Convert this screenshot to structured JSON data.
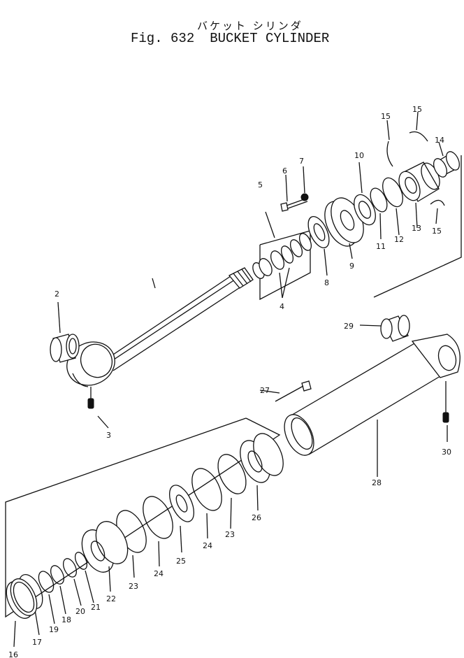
{
  "title": {
    "japanese": "バケット シリンダ",
    "fig": "Fig. 632",
    "name": "BUCKET CYLINDER"
  },
  "callouts": [
    {
      "id": "c2",
      "text": "2"
    },
    {
      "id": "c3",
      "text": "3"
    },
    {
      "id": "c4",
      "text": "4"
    },
    {
      "id": "c5",
      "text": "5"
    },
    {
      "id": "c6",
      "text": "6"
    },
    {
      "id": "c7",
      "text": "7"
    },
    {
      "id": "c8",
      "text": "8"
    },
    {
      "id": "c9",
      "text": "9"
    },
    {
      "id": "c10",
      "text": "10"
    },
    {
      "id": "c11",
      "text": "11"
    },
    {
      "id": "c12",
      "text": "12"
    },
    {
      "id": "c13",
      "text": "13"
    },
    {
      "id": "c14",
      "text": "14"
    },
    {
      "id": "c15a",
      "text": "15"
    },
    {
      "id": "c15b",
      "text": "15"
    },
    {
      "id": "c15c",
      "text": "15"
    },
    {
      "id": "c16",
      "text": "16"
    },
    {
      "id": "c17",
      "text": "17"
    },
    {
      "id": "c18",
      "text": "18"
    },
    {
      "id": "c19",
      "text": "19"
    },
    {
      "id": "c20",
      "text": "20"
    },
    {
      "id": "c21",
      "text": "21"
    },
    {
      "id": "c22",
      "text": "22"
    },
    {
      "id": "c23a",
      "text": "23"
    },
    {
      "id": "c23b",
      "text": "23"
    },
    {
      "id": "c24a",
      "text": "24"
    },
    {
      "id": "c24b",
      "text": "24"
    },
    {
      "id": "c25",
      "text": "25"
    },
    {
      "id": "c26",
      "text": "26"
    },
    {
      "id": "c27",
      "text": "27"
    },
    {
      "id": "c28",
      "text": "28"
    },
    {
      "id": "c29",
      "text": "29"
    },
    {
      "id": "c30",
      "text": "30"
    }
  ]
}
